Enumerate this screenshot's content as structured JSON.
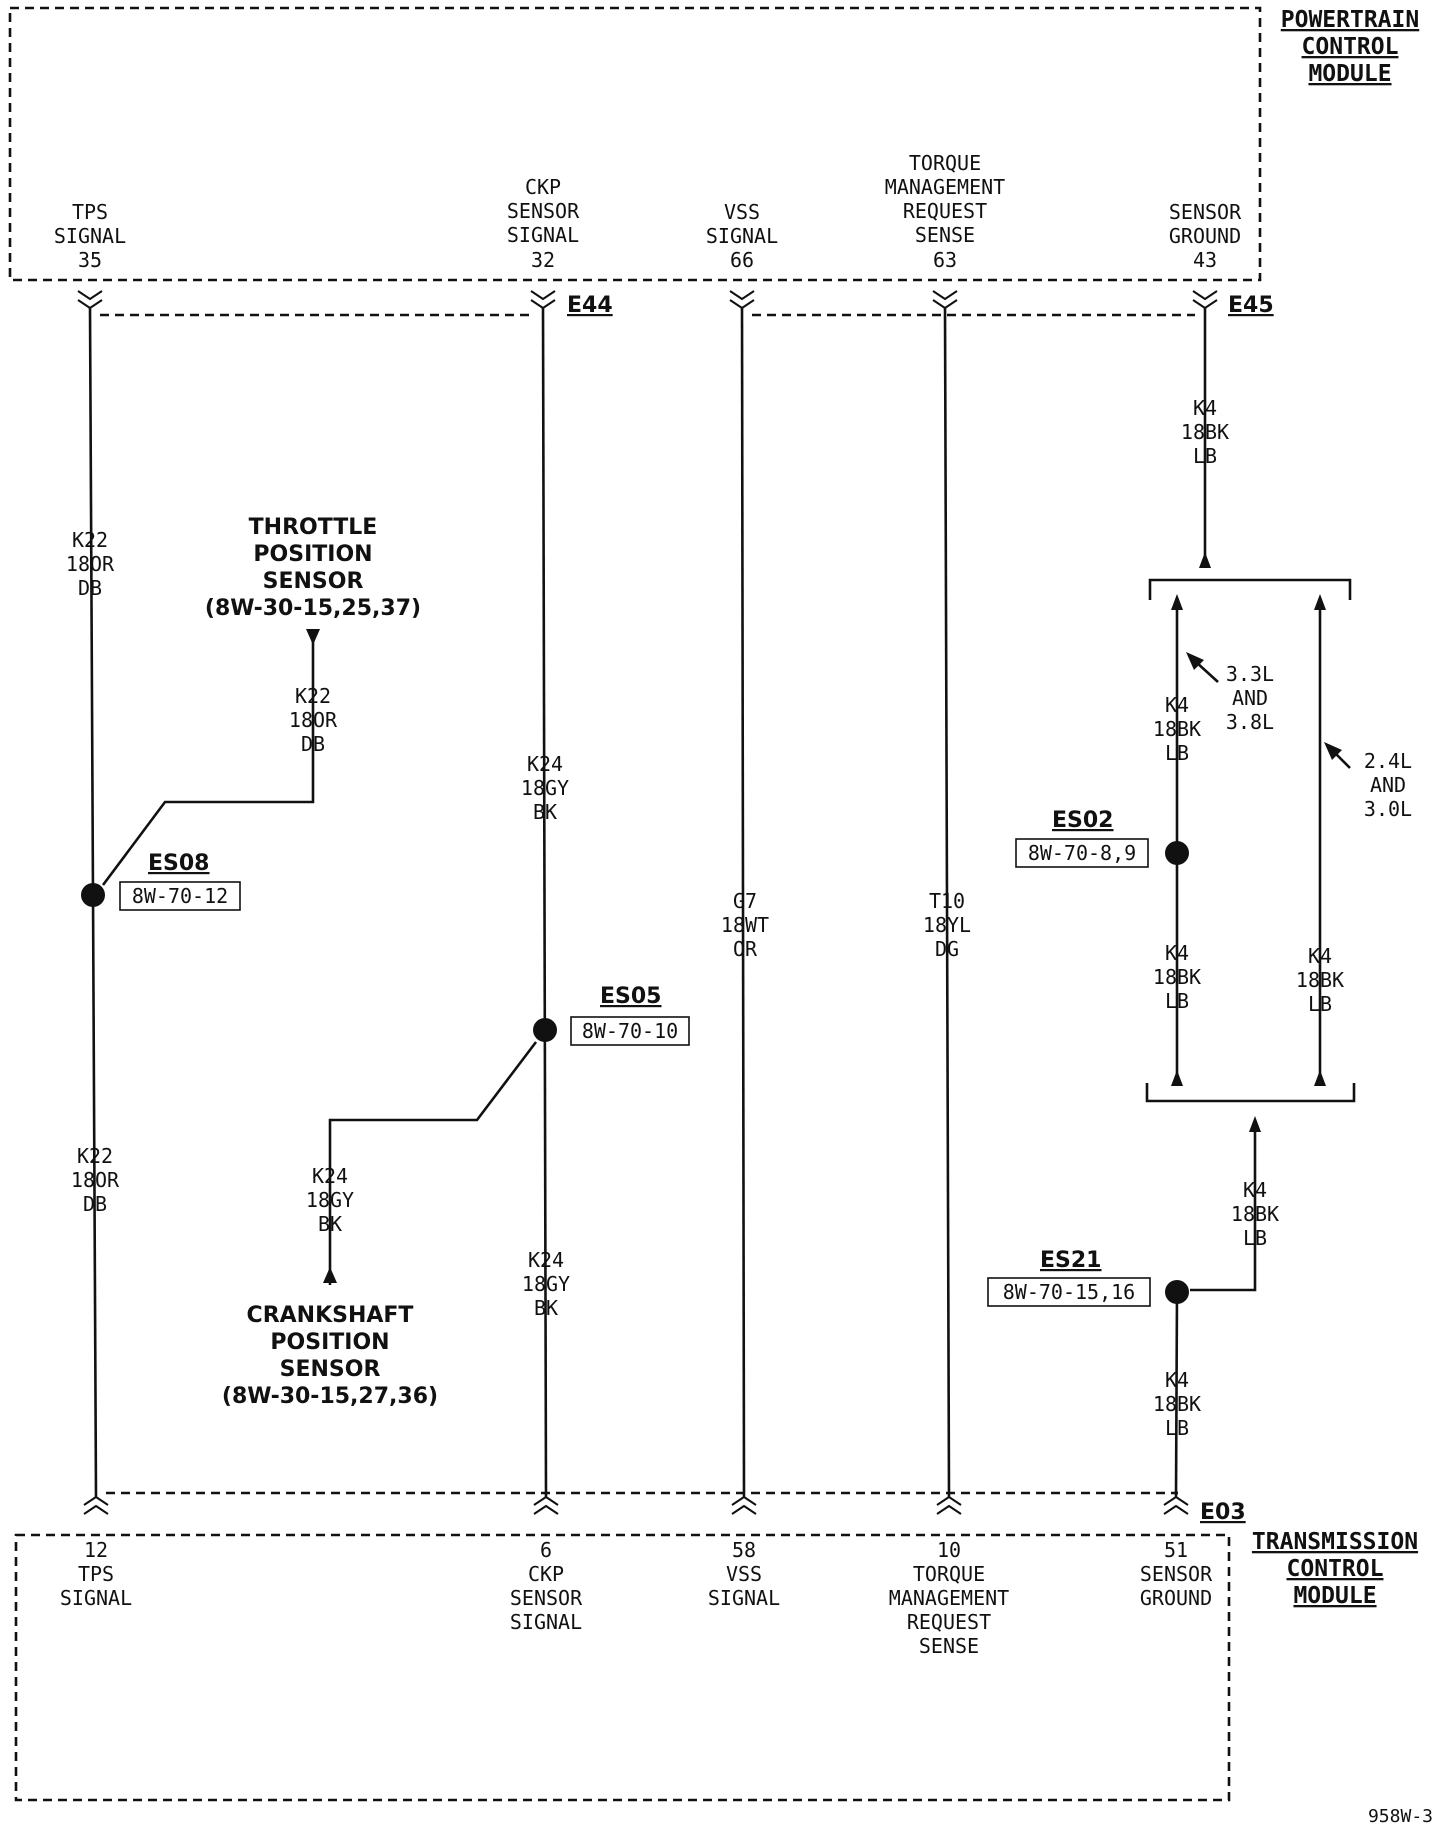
{
  "pcm": {
    "title": [
      "POWERTRAIN",
      "CONTROL",
      "MODULE"
    ],
    "pins": [
      {
        "lines": [
          "TPS",
          "SIGNAL",
          "35"
        ]
      },
      {
        "lines": [
          "CKP",
          "SENSOR",
          "SIGNAL",
          "32"
        ]
      },
      {
        "lines": [
          "VSS",
          "SIGNAL",
          "66"
        ]
      },
      {
        "lines": [
          "TORQUE",
          "MANAGEMENT",
          "REQUEST",
          "SENSE",
          "63"
        ]
      },
      {
        "lines": [
          "SENSOR",
          "GROUND",
          "43"
        ]
      }
    ]
  },
  "tcm": {
    "title": [
      "TRANSMISSION",
      "CONTROL",
      "MODULE"
    ],
    "pins": [
      {
        "lines": [
          "12",
          "TPS",
          "SIGNAL"
        ]
      },
      {
        "lines": [
          "6",
          "CKP",
          "SENSOR",
          "SIGNAL"
        ]
      },
      {
        "lines": [
          "58",
          "VSS",
          "SIGNAL"
        ]
      },
      {
        "lines": [
          "10",
          "TORQUE",
          "MANAGEMENT",
          "REQUEST",
          "SENSE"
        ]
      },
      {
        "lines": [
          "51",
          "SENSOR",
          "GROUND"
        ]
      }
    ]
  },
  "connectors": {
    "e44": "E44",
    "e45": "E45",
    "e03": "E03"
  },
  "wires": {
    "k22_a": [
      "K22",
      "18OR",
      "DB"
    ],
    "k22_b": [
      "K22",
      "18OR",
      "DB"
    ],
    "k22_tps": [
      "K22",
      "18OR",
      "DB"
    ],
    "k24_a": [
      "K24",
      "18GY",
      "BK"
    ],
    "k24_b": [
      "K24",
      "18GY",
      "BK"
    ],
    "k24_ckp": [
      "K24",
      "18GY",
      "BK"
    ],
    "g7": [
      "G7",
      "18WT",
      "OR"
    ],
    "t10": [
      "T10",
      "18YL",
      "DG"
    ],
    "k4_top": [
      "K4",
      "18BK",
      "LB"
    ],
    "k4_left_upper": [
      "K4",
      "18BK",
      "LB"
    ],
    "k4_left_lower": [
      "K4",
      "18BK",
      "LB"
    ],
    "k4_right": [
      "K4",
      "18BK",
      "LB"
    ],
    "k4_mid": [
      "K4",
      "18BK",
      "LB"
    ],
    "k4_bottom": [
      "K4",
      "18BK",
      "LB"
    ]
  },
  "splices": {
    "es08": {
      "name": "ES08",
      "ref": "8W-70-12"
    },
    "es05": {
      "name": "ES05",
      "ref": "8W-70-10"
    },
    "es02": {
      "name": "ES02",
      "ref": "8W-70-8,9"
    },
    "es21": {
      "name": "ES21",
      "ref": "8W-70-15,16"
    }
  },
  "components": {
    "tps": [
      "THROTTLE",
      "POSITION",
      "SENSOR",
      "(8W-30-15,25,37)"
    ],
    "ckp": [
      "CRANKSHAFT",
      "POSITION",
      "SENSOR",
      "(8W-30-15,27,36)"
    ]
  },
  "engines": {
    "left": [
      "3.3L",
      "AND",
      "3.8L"
    ],
    "right": [
      "2.4L",
      "AND",
      "3.0L"
    ]
  },
  "footer": {
    "code": "958W-3"
  }
}
